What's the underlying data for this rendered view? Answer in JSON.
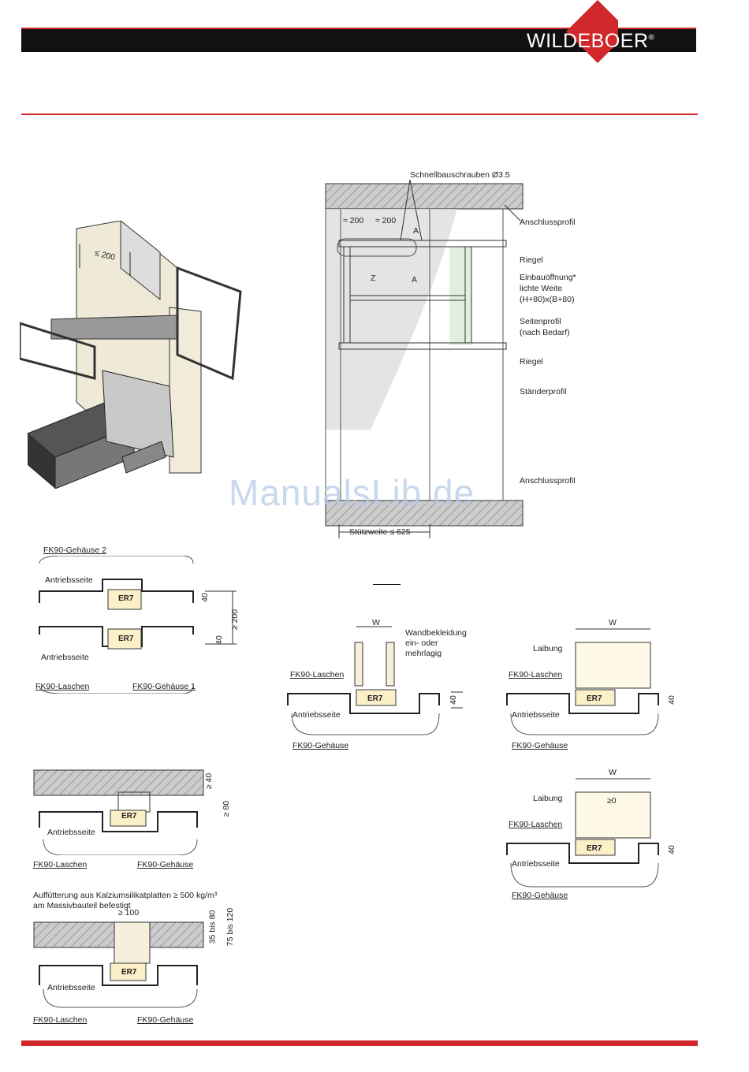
{
  "brand": {
    "name": "WILDEBOER",
    "registered": "®",
    "color": "#d0282a"
  },
  "iso": {
    "dim": "≤ 200"
  },
  "plan": {
    "screws": "Schnellbauschrauben Ø3.5",
    "anschluss_top": "Anschlussprofil",
    "riegel_top": "Riegel",
    "einbau": "Einbauöffnung*",
    "lichte": "lichte Weite",
    "formula": "(H+80)x(B+80)",
    "seiten": "Seitenprofil",
    "bedarf": "(nach Bedarf)",
    "riegel_bottom": "Riegel",
    "staender": "Ständerprofil",
    "anschluss_bottom": "Anschlussprofil",
    "stuetz": "Stützweite ≤ 625",
    "dim1": "≈ 200",
    "dim2": "≈ 200",
    "a1": "A",
    "a2": "A",
    "z": "Z"
  },
  "d1": {
    "top": "FK90-Gehäuse 2",
    "antrieb1": "Antriebsseite",
    "antrieb2": "Antriebsseite",
    "er_top": "ER7",
    "er_bot": "ER7",
    "laschen": "FK90-Laschen",
    "bottom": "FK90-Gehäuse 1",
    "d40a": "40",
    "d40b": "40",
    "d200": "≥ 200"
  },
  "d2": {
    "d40": "≥ 40",
    "d80": "≥ 80",
    "er": "ER7",
    "antrieb": "Antriebsseite",
    "laschen": "FK90-Laschen",
    "gehaeuse": "FK90-Gehäuse"
  },
  "d3": {
    "note1": "Auffütterung aus Kalziumsilikatplatten ≥ 500 kg/m³",
    "note2": "am Massivbauteil befestigt",
    "d100": "≥ 100",
    "d3580": "35 bis 80",
    "d75120": "75 bis 120",
    "er": "ER7",
    "antrieb": "Antriebsseite",
    "laschen": "FK90-Laschen",
    "gehaeuse": "FK90-Gehäuse"
  },
  "d4": {
    "w": "W",
    "wand1": "Wandbekleidung",
    "wand2": "ein- oder",
    "wand3": "mehrlagig",
    "laschen": "FK90-Laschen",
    "er": "ER7",
    "d40": "40",
    "antrieb": "Antriebsseite",
    "gehaeuse": "FK90-Gehäuse"
  },
  "d5": {
    "w": "W",
    "laibung": "Laibung",
    "laschen": "FK90-Laschen",
    "er": "ER7",
    "d40": "40",
    "antrieb": "Antriebsseite",
    "gehaeuse": "FK90-Gehäuse"
  },
  "d6": {
    "w": "W",
    "laibung": "Laibung",
    "d0": "≥0",
    "laschen": "FK90-Laschen",
    "er": "ER7",
    "d40": "40",
    "antrieb": "Antriebsseite",
    "gehaeuse": "FK90-Gehäuse"
  },
  "watermark": "ManualsLib.de"
}
